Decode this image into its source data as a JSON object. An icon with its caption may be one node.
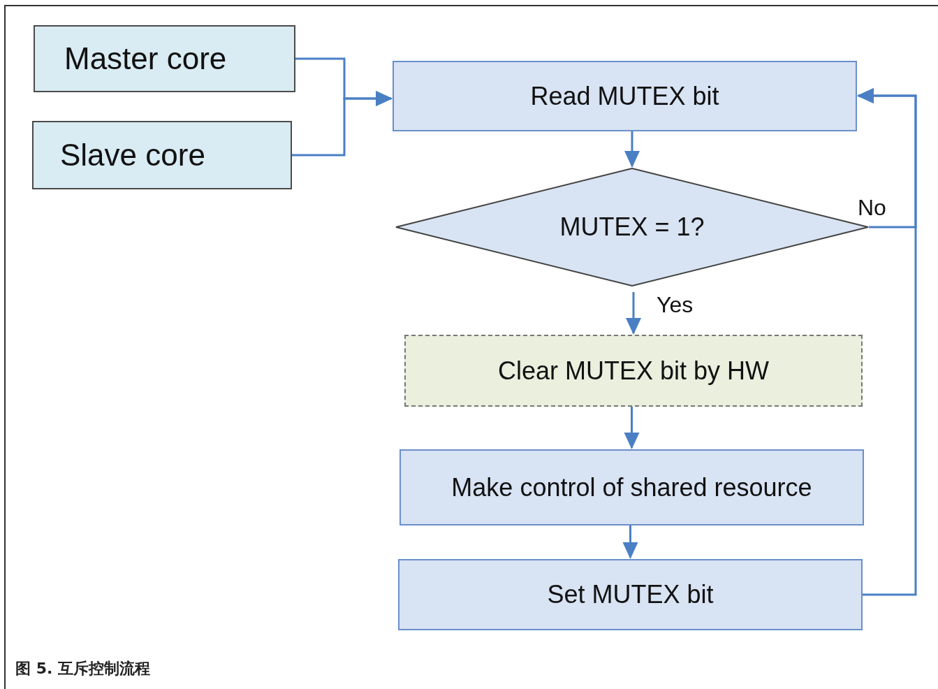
{
  "diagram": {
    "caption": "图 5. 互斥控制流程",
    "nodes": [
      {
        "text": [
          "Master core"
        ]
      },
      {
        "text": [
          "Slave core"
        ]
      },
      {
        "text": [
          "Read MUTEX bit"
        ]
      },
      {
        "text": [
          "MUTEX = 1?"
        ]
      },
      {
        "text": [
          "Clear MUTEX bit by HW"
        ]
      },
      {
        "text": [
          "Make control of shared resource"
        ]
      },
      {
        "text": [
          "Set MUTEX bit"
        ]
      }
    ],
    "edges": [
      {
        "from": 0,
        "to": 2,
        "arrow": "to"
      },
      {
        "from": 1,
        "to": 2,
        "arrow": "to"
      },
      {
        "from": 2,
        "to": 3,
        "arrow": "to"
      },
      {
        "from": 3,
        "to": 4,
        "arrow": "to",
        "label": "Yes"
      },
      {
        "from": 4,
        "to": 5,
        "arrow": "to"
      },
      {
        "from": 5,
        "to": 6,
        "arrow": "to"
      },
      {
        "from": 6,
        "to": 2,
        "arrow": "to"
      },
      {
        "from": 3,
        "to": 2,
        "arrow": "to",
        "label": "No"
      }
    ]
  }
}
